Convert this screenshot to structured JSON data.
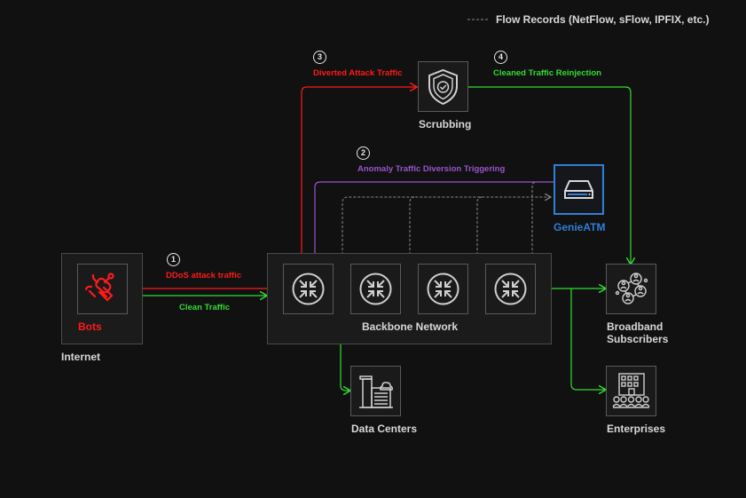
{
  "legend": {
    "text": "Flow Records (NetFlow, sFlow, IPFIX, etc.)"
  },
  "internet": {
    "label": "Internet",
    "bots_label": "Bots"
  },
  "backbone": {
    "label": "Backbone Network"
  },
  "scrubbing": {
    "label": "Scrubbing"
  },
  "genieatm": {
    "label": "GenieATM"
  },
  "data_centers": {
    "label": "Data Centers"
  },
  "broadband": {
    "label_line1": "Broadband",
    "label_line2": "Subscribers"
  },
  "enterprises": {
    "label": "Enterprises"
  },
  "steps": {
    "s1": {
      "num": "1",
      "text": "DDoS attack traffic"
    },
    "s2": {
      "num": "2",
      "text": "Anomaly Traffic Diversion Triggering"
    },
    "s3": {
      "num": "3",
      "text": "Diverted Attack Traffic"
    },
    "s4": {
      "num": "4",
      "text": "Cleaned Traffic Reinjection"
    }
  },
  "clean_traffic": "Clean Traffic",
  "colors": {
    "attack": "#ff1a1a",
    "clean": "#33dd33",
    "trigger": "#9955cc",
    "genie": "#2f7fd8",
    "flow": "#8a8a8a"
  }
}
